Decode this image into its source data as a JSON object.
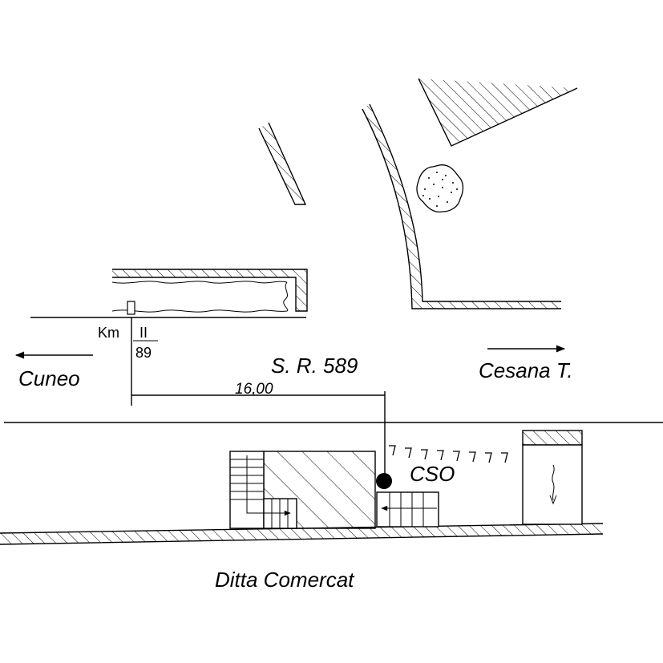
{
  "labels": {
    "km_prefix": "Km",
    "km_major": "II",
    "km_minor": "89",
    "road": "S. R. 589",
    "west": "Cuneo",
    "east": "Cesana T.",
    "distance": "16,00",
    "point": "CSO",
    "company": "Ditta Comercat"
  },
  "colors": {
    "ink": "#000000",
    "paper": "#ffffff"
  },
  "icons": {
    "tree": "tree-icon",
    "point": "measurement-point-icon"
  }
}
